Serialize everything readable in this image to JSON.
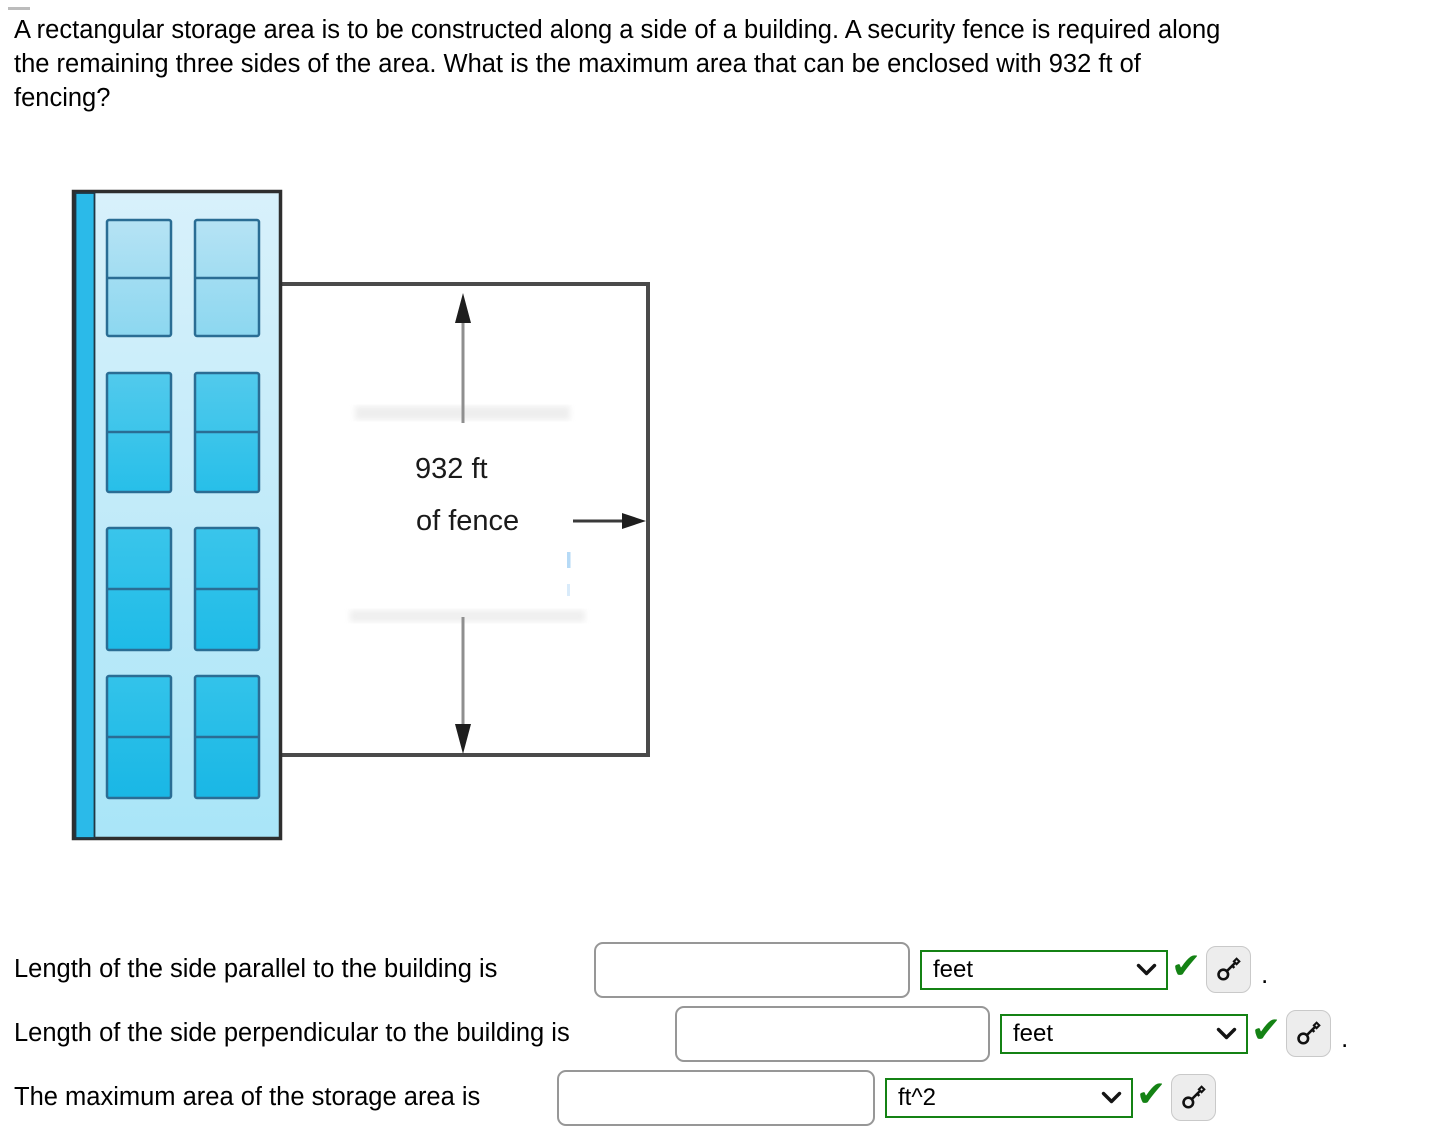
{
  "question": {
    "lines": [
      "A rectangular storage area is to be constructed along a side of a building. A security fence is required along",
      "the remaining three sides of the area. What is the maximum area that can be enclosed with 932 ft of",
      "fencing?"
    ]
  },
  "diagram": {
    "dimension_label_line1": "932 ft",
    "dimension_label_line2": "of fence"
  },
  "answers": [
    {
      "label": "Length of the side parallel to the building is",
      "value": "",
      "unit": "feet",
      "suffix": "."
    },
    {
      "label": "Length of the side perpendicular to the building is",
      "value": "",
      "unit": "feet",
      "suffix": "."
    },
    {
      "label": "The maximum area of the storage area is",
      "value": "",
      "unit": "ft^2",
      "suffix": ""
    }
  ],
  "icons": {
    "check_glyph": "✔",
    "check": "check-icon",
    "dropdown": "chevron-down-icon",
    "show_answer": "key-icon"
  },
  "colors": {
    "success_green": "#148214",
    "dropdown_border": "#148214",
    "input_border": "#979797",
    "key_button_bg": "#ededed",
    "building_strip_cyan": "#2bbae9",
    "window_border": "#2a6d94",
    "fence_line": "#4a4a4a"
  }
}
